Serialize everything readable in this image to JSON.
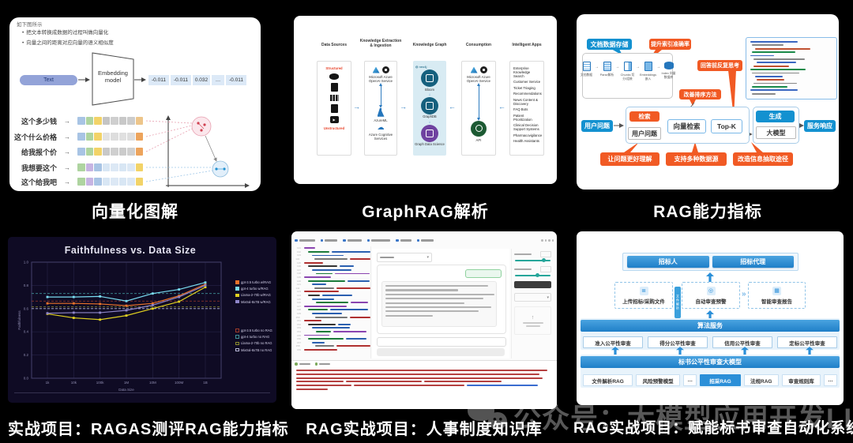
{
  "page": {
    "background": "#000000",
    "watermark": {
      "text": "公众号：大模型应用开发LLM",
      "icon": "wechat",
      "color": "#9a9a9a"
    }
  },
  "panels": {
    "vectorization": {
      "caption": "向量化图解",
      "header": "如下图所示",
      "bullets": [
        "把文本转换成数据的过程叫做向量化",
        "向量之间的距离对应向量的语义相似度"
      ],
      "input_label": "Text",
      "model_label": "Embedding model",
      "vector_values": [
        "-0.011",
        "-0.011",
        "0.032",
        "…",
        "-0.011"
      ],
      "phrases": [
        {
          "text": "这个多少钱",
          "cells": [
            "#a8c4e4",
            "#aed4a0",
            "#f2d368",
            "#c4c4c4",
            "#cfcfcf",
            "#c8c8c8",
            "#cccccc",
            "#edc58a"
          ]
        },
        {
          "text": "这个什么价格",
          "cells": [
            "#a8c4e4",
            "#aed4a0",
            "#f2d368",
            "#e2e2e2",
            "#dddddd",
            "#e0e0e0",
            "#dedede",
            "#eda45c"
          ]
        },
        {
          "text": "给我报个价",
          "cells": [
            "#a8c4e4",
            "#aed4a0",
            "#f2d368",
            "#c8c8c8",
            "#cfcfcf",
            "#cbcbcb",
            "#d0d0d0",
            "#eda45c"
          ]
        },
        {
          "text": "我想要这个",
          "cells": [
            "#aed4a0",
            "#c6b4e2",
            "#a8c4e4",
            "#d8e6f4",
            "#dce8f5",
            "#d8e6f4",
            "#dce8f5",
            "#f2d368"
          ]
        },
        {
          "text": "这个给我吧",
          "cells": [
            "#aed4a0",
            "#c6b4e2",
            "#a8c4e4",
            "#d8e6f4",
            "#dce8f5",
            "#d8e6f4",
            "#dce8f5",
            "#f2d368"
          ]
        }
      ]
    },
    "graphrag": {
      "caption": "GraphRAG解析",
      "columns": [
        "Data Sources",
        "Knowledge Extraction & Ingestion",
        "Knowledge Graph",
        "Consumption",
        "Intelligent Apps"
      ],
      "structured_tag": "Structured",
      "unstructured_tag": "Unstructured",
      "azure_service": "Microsoft Azure OpenAI Service",
      "azureml": "AzureML",
      "cognitive": "Azure Cognitive Services",
      "neo4j_brand": "neo4j",
      "graph_nodes": [
        {
          "label": "Bloom",
          "color": "#15607e"
        },
        {
          "label": "GraphDB",
          "color": "#15607e"
        },
        {
          "label": "Graph Data Science",
          "color": "#6f42a0"
        }
      ],
      "consumption_service": "Microsoft Azure OpenAI Service",
      "api_label": "API",
      "apps": [
        "Enterprise Knowledge Search",
        "Customer Service",
        "Ticket Triaging",
        "Recommendations",
        "News Content & Discovery",
        "FAQ Bots",
        "Patient Prioritization",
        "Clinical Decision Support Systems",
        "Pharmacovigilance",
        "Health Assistants"
      ]
    },
    "rag_metrics": {
      "caption": "RAG能力指标",
      "doc_store": "文档数据存储",
      "callout_index": "提升索引准确率",
      "callout_think": "回答前反复思考",
      "callout_rank": "改善排序方法",
      "callout_understand": "让问题更好理解",
      "callout_sources": "支持多种数据源",
      "callout_extract": "改造信息抽取途径",
      "pipeline": [
        "文档数据",
        "Parse解析",
        "Chunks 切分/组装",
        "Embeddings 嵌入",
        "Index 向量数据库"
      ],
      "user_question": "用户问题",
      "retrieve": "检索",
      "inner_question": "用户问题",
      "vector_search": "向量检索",
      "topk": "Top-K",
      "generate": "生成",
      "llm": "大模型",
      "response": "服务响应"
    },
    "ragas_chart": {
      "caption": "实战项目：RAGAS测评RAG能力指标"
    },
    "hr_kb": {
      "caption": "RAG实战项目：人事制度知识库"
    },
    "bid_review": {
      "caption": "RAG实战项目：赋能标书审查自动化系统",
      "top_boxes": [
        "招标人",
        "招标代理"
      ],
      "process_boxes": [
        "上传招标/采购文件",
        "自动审查预警",
        "智能审查报告"
      ],
      "vertical_tag": "文件解析",
      "algo_bar": "算法服务",
      "review_boxes": [
        "准入公平性审查",
        "得分公平性审查",
        "信用公平性审查",
        "定标公平性审查"
      ],
      "model_bar": "标书公平性审查大模型",
      "model_tiles": [
        {
          "label": "文件解析RAG",
          "active": false
        },
        {
          "label": "风险预警模型",
          "active": false
        },
        {
          "label": "…",
          "active": false
        },
        {
          "label": "招采RAG",
          "active": true
        },
        {
          "label": "法规RAG",
          "active": false
        },
        {
          "label": "审查规则库",
          "active": false
        },
        {
          "label": "…",
          "active": false
        }
      ]
    }
  },
  "chart_data": {
    "type": "line",
    "title": "Faithfulness vs. Data Size",
    "xlabel": "Data Size",
    "ylabel": "Faithfulness",
    "x": [
      "1k",
      "10k",
      "100k",
      "1M",
      "10M",
      "100M",
      "1B"
    ],
    "ylim": [
      0.0,
      1.0
    ],
    "yticks": [
      0.0,
      0.2,
      0.4,
      0.6,
      0.8,
      1.0
    ],
    "grid": true,
    "legend_position": "right",
    "series": [
      {
        "name": "gpt-3.5 turbo w/RAG",
        "color": "#e8722a",
        "style": "solid",
        "values": [
          0.645,
          0.645,
          0.64,
          0.625,
          0.645,
          0.71,
          0.81
        ]
      },
      {
        "name": "gpt-4 turbo w/RAG",
        "color": "#7adcf0",
        "style": "solid",
        "values": [
          0.7,
          0.7,
          0.705,
          0.665,
          0.73,
          0.765,
          0.825
        ]
      },
      {
        "name": "Llama-2-70b w/RAG",
        "color": "#e0d020",
        "style": "solid",
        "values": [
          0.555,
          0.52,
          0.505,
          0.54,
          0.6,
          0.66,
          0.785
        ]
      },
      {
        "name": "Mixtral-8x7B w/RAG",
        "color": "#8e86c9",
        "style": "solid",
        "values": [
          0.56,
          0.565,
          0.565,
          0.585,
          0.63,
          0.7,
          0.8
        ]
      },
      {
        "name": "gpt-3.5 turbo no RAG",
        "color": "#9c3a2a",
        "style": "dashed",
        "values": [
          0.665,
          0.665,
          0.665,
          0.665,
          0.665,
          0.665,
          0.665
        ]
      },
      {
        "name": "gpt-4 turbo no RAG",
        "color": "#3f8f96",
        "style": "dashed",
        "values": [
          0.73,
          0.73,
          0.73,
          0.73,
          0.73,
          0.73,
          0.73
        ]
      },
      {
        "name": "Llama-2-70b no RAG",
        "color": "#8a8a2f",
        "style": "dashed",
        "values": [
          0.615,
          0.615,
          0.615,
          0.615,
          0.615,
          0.615,
          0.615
        ]
      },
      {
        "name": "Mixtral-8x7B no RAG",
        "color": "#b9b9d9",
        "style": "dashed",
        "values": [
          0.6,
          0.6,
          0.6,
          0.6,
          0.6,
          0.6,
          0.6
        ]
      }
    ]
  }
}
